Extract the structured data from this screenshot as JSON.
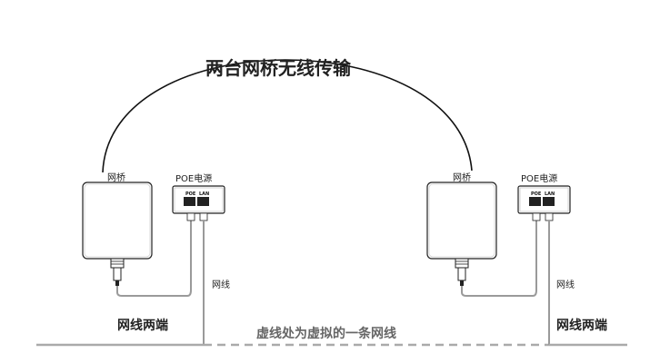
{
  "title": "两台网桥无线传输",
  "bridge_label": "网桥",
  "poe_label": "POE电源",
  "poe_port_poe": "POE",
  "poe_port_lan": "LAN",
  "cable_label": "网线",
  "cable_ends_label": "网线两端",
  "virtual_note": "虚线处为虚拟的一条网线",
  "colors": {
    "line": "#111111",
    "cable": "#9a9a9a",
    "dashed": "#aaaaaa",
    "text": "#222222"
  }
}
